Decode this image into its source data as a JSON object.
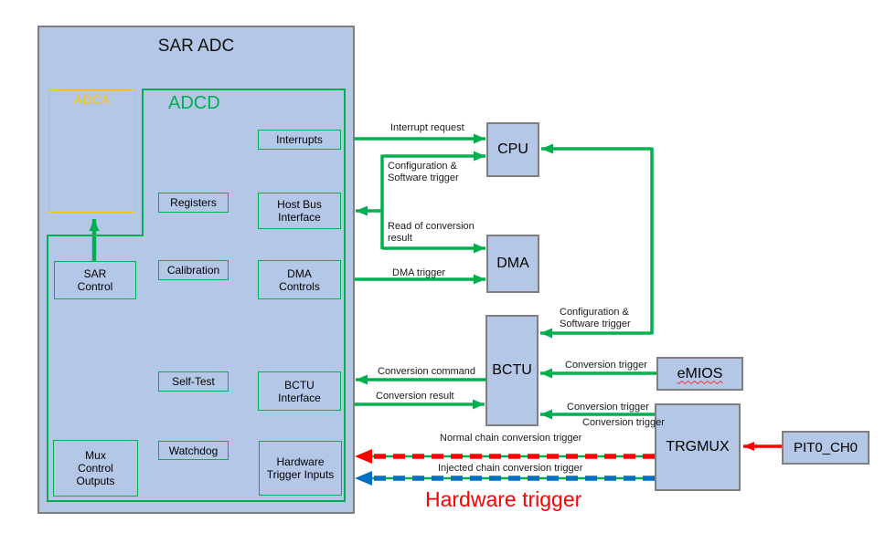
{
  "colors": {
    "block_fill": "#b4c7e7",
    "block_border": "#7f7f7f",
    "green": "#00b050",
    "yellow": "#ffc000",
    "red": "#ff0000",
    "blue": "#0070c0"
  },
  "sar_adc": {
    "title": "SAR ADC",
    "adca_label": "ADCA",
    "adcd_label": "ADCD",
    "blocks": {
      "interrupts": "Interrupts",
      "registers": "Registers",
      "host_bus_interface": "Host Bus\nInterface",
      "calibration": "Calibration",
      "dma_controls": "DMA\nControls",
      "sar_control": "SAR\nControl",
      "self_test": "Self-Test",
      "bctu_interface": "BCTU\nInterface",
      "mux_control_outputs": "Mux\nControl\nOutputs",
      "watchdog": "Watchdog",
      "hardware_trigger_inputs": "Hardware\nTrigger Inputs"
    }
  },
  "external": {
    "cpu": "CPU",
    "dma": "DMA",
    "bctu": "BCTU",
    "emios": "eMIOS",
    "trgmux": "TRGMUX",
    "pit0_ch0": "PIT0_CH0"
  },
  "arrow_labels": {
    "interrupt_request": "Interrupt request",
    "config_sw_trigger_cpu": "Configuration &\nSoftware trigger",
    "read_of_conversion_result": "Read of conversion\nresult",
    "dma_trigger": "DMA trigger",
    "config_sw_trigger_bctu": "Configuration &\nSoftware trigger",
    "conversion_command": "Conversion command",
    "conversion_result": "Conversion result",
    "conversion_trigger_emios": "Conversion trigger",
    "conversion_trigger_trgmux": "Conversion trigger",
    "conversion_trigger_trgmux_2": "Conversion trigger",
    "normal_chain": "Normal chain conversion trigger",
    "injected_chain": "Injected chain conversion trigger"
  },
  "caption": {
    "hardware_trigger": "Hardware trigger"
  }
}
